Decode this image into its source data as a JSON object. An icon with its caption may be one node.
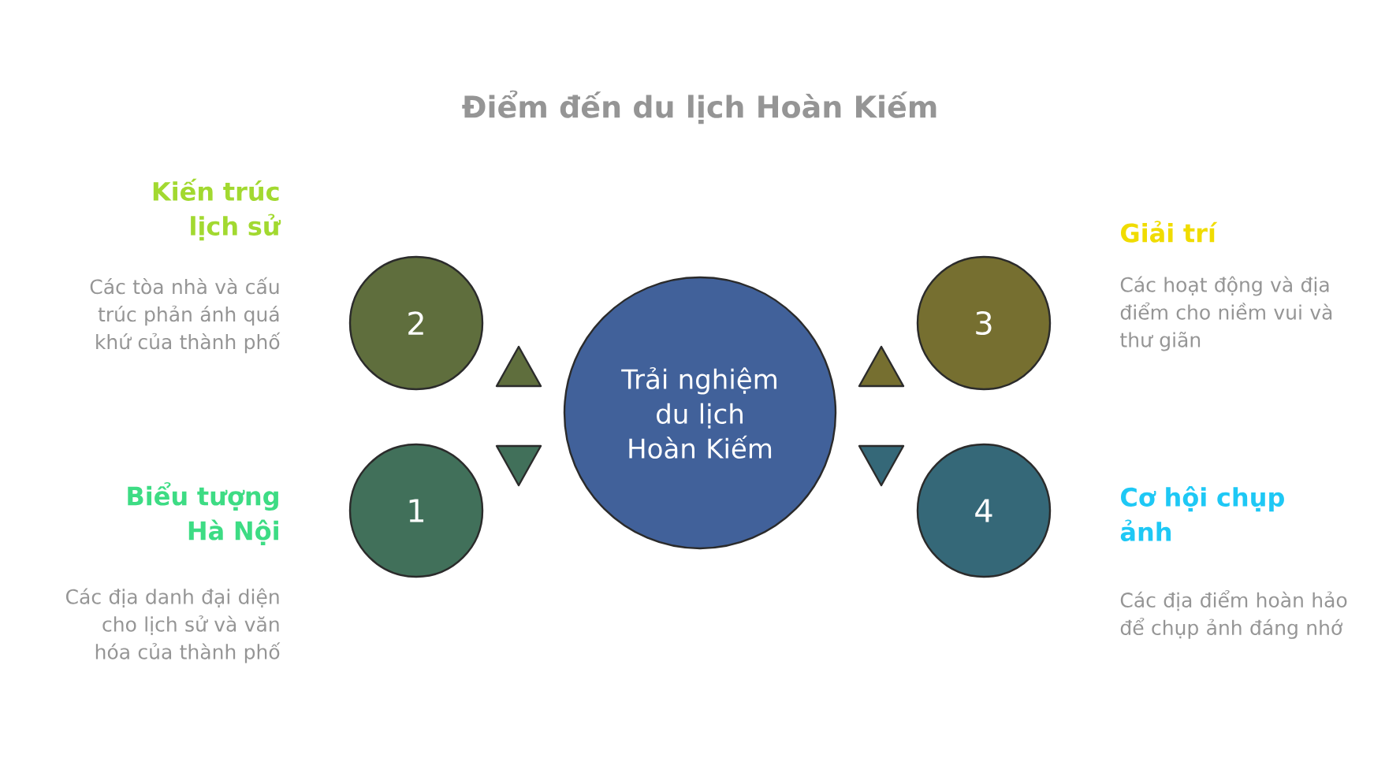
{
  "diagram": {
    "title": "Điểm đến du lịch Hoàn Kiếm",
    "nodes": [
      {
        "text": [
          "2"
        ],
        "beside": [
          "Kiến trúc lịch sử",
          "Các tòa nhà và cấu trúc phản ánh quá khứ của thành phố"
        ]
      },
      {
        "text": [
          "3"
        ],
        "beside": [
          "Giải trí",
          "Các hoạt động và địa điểm cho niềm vui và thư giãn"
        ]
      },
      {
        "text": [
          "Trải nghiệm du lịch Hoàn Kiếm"
        ]
      },
      {
        "text": [
          "1"
        ],
        "beside": [
          "Biểu tượng Hà Nội",
          "Các địa danh đại diện cho lịch sử và văn hóa của thành phố"
        ]
      },
      {
        "text": [
          "4"
        ],
        "beside": [
          "Cơ hội chụp ảnh",
          "Các địa điểm hoàn hảo để chụp ảnh đáng nhớ"
        ]
      }
    ]
  }
}
